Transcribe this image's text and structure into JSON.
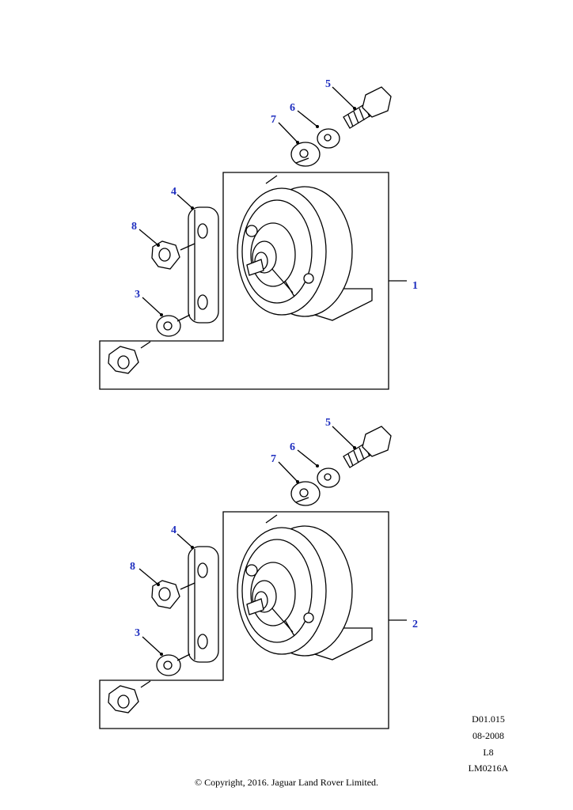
{
  "assemblies": [
    {
      "assembly_callout": "1",
      "callouts": {
        "bolt": "5",
        "spring_washer": "6",
        "flat_washer": "7",
        "bracket": "4",
        "nut_upper": "8",
        "washer_lower": "3"
      }
    },
    {
      "assembly_callout": "2",
      "callouts": {
        "bolt": "5",
        "spring_washer": "6",
        "flat_washer": "7",
        "bracket": "4",
        "nut_upper": "8",
        "washer_lower": "3"
      }
    }
  ],
  "reference": {
    "code": "D01.015",
    "date": "08-2008",
    "level": "L8",
    "illustration": "LM0216A"
  },
  "copyright": "© Copyright, 2016. Jaguar Land Rover Limited."
}
